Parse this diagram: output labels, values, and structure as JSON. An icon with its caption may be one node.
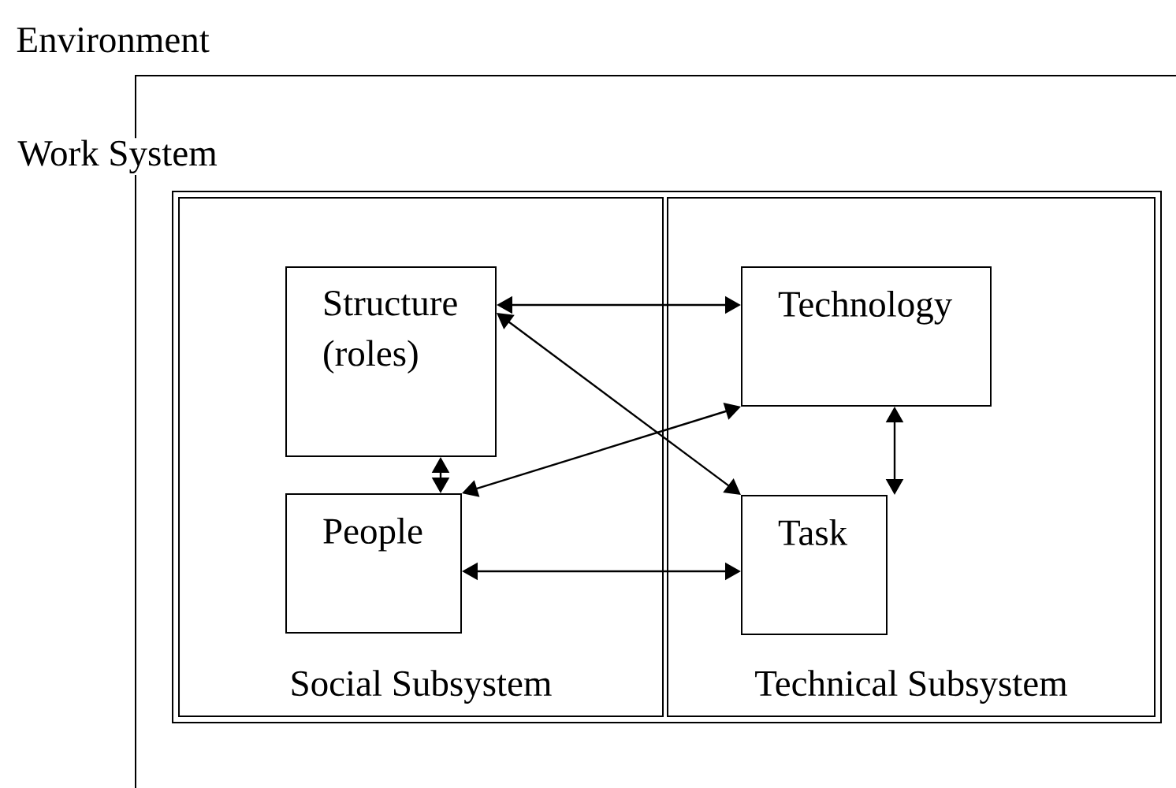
{
  "diagram": {
    "nodes": [
      {
        "text": [
          "Environment"
        ]
      },
      {
        "text": [
          "Work System"
        ],
        "in": 0
      },
      {
        "text": [
          "Social Subsystem"
        ],
        "in": 1
      },
      {
        "text": [
          "Technical Subsystem"
        ],
        "in": 1
      },
      {
        "text": [
          "Structure (roles)"
        ],
        "in": 2
      },
      {
        "text": [
          "People"
        ],
        "in": 2
      },
      {
        "text": [
          "Technology"
        ],
        "in": 3
      },
      {
        "text": [
          "Task"
        ],
        "in": 3
      }
    ],
    "edges": [
      {
        "from": 4,
        "to": 5,
        "arrow": "both"
      },
      {
        "from": 6,
        "to": 7,
        "arrow": "both"
      },
      {
        "from": 4,
        "to": 6,
        "arrow": "both"
      },
      {
        "from": 5,
        "to": 7,
        "arrow": "both"
      },
      {
        "from": 4,
        "to": 7,
        "arrow": "both"
      },
      {
        "from": 5,
        "to": 6,
        "arrow": "both"
      }
    ]
  }
}
